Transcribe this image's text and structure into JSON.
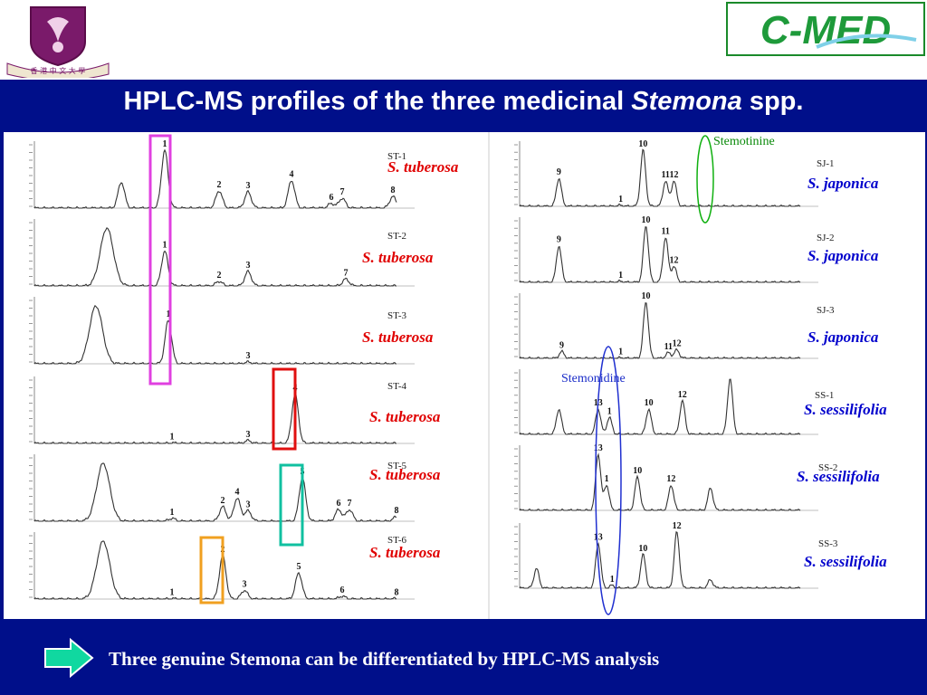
{
  "logos": {
    "left": {
      "name": "CUHK crest",
      "text": "香 港 中 文 大 學"
    },
    "right": {
      "name": "CMED",
      "text": "C-MED"
    }
  },
  "title": {
    "prefix": "HPLC-MS profiles of the three medicinal ",
    "italic": "Stemona",
    "suffix": " spp."
  },
  "annotations": {
    "green_circle": "Stemotinine",
    "blue_ellipse": "Stemonidine"
  },
  "conclusion": "Three genuine Stemona can be differentiated by HPLC-MS analysis",
  "colors": {
    "background": "#000f8a",
    "red_label": "#e00000",
    "blue_label": "#0000cc",
    "magenta_box": "#e040e0",
    "red_box": "#e01010",
    "teal_box": "#10c0a0",
    "orange_box": "#f0a020",
    "green_circle": "#10b010",
    "blue_ellipse": "#2030d0",
    "arrow": "#10d8a0"
  },
  "chart_data": {
    "type": "line",
    "left_panel": [
      {
        "code": "ST-1",
        "species": "S. tuberosa",
        "peaks": [
          {
            "x": 0.24,
            "h": 0.45,
            "label": ""
          },
          {
            "x": 0.36,
            "h": 1.0,
            "label": "1"
          },
          {
            "x": 0.51,
            "h": 0.3,
            "label": "2"
          },
          {
            "x": 0.59,
            "h": 0.28,
            "label": "3"
          },
          {
            "x": 0.71,
            "h": 0.48,
            "label": "4"
          },
          {
            "x": 0.82,
            "h": 0.08,
            "label": "6"
          },
          {
            "x": 0.85,
            "h": 0.17,
            "label": "7"
          },
          {
            "x": 0.99,
            "h": 0.2,
            "label": "8"
          }
        ]
      },
      {
        "code": "ST-2",
        "species": "S. tuberosa",
        "peaks": [
          {
            "x": 0.2,
            "h": 1.0,
            "label": ""
          },
          {
            "x": 0.36,
            "h": 0.6,
            "label": "1"
          },
          {
            "x": 0.51,
            "h": 0.08,
            "label": "2"
          },
          {
            "x": 0.59,
            "h": 0.25,
            "label": "3"
          },
          {
            "x": 0.86,
            "h": 0.12,
            "label": "7"
          }
        ]
      },
      {
        "code": "ST-3",
        "species": "S. tuberosa",
        "peaks": [
          {
            "x": 0.17,
            "h": 1.0,
            "label": ""
          },
          {
            "x": 0.37,
            "h": 0.75,
            "label": "1"
          },
          {
            "x": 0.59,
            "h": 0.03,
            "label": "3"
          }
        ]
      },
      {
        "code": "ST-4",
        "species": "S. tuberosa",
        "peaks": [
          {
            "x": 0.38,
            "h": 0.01,
            "label": "1"
          },
          {
            "x": 0.59,
            "h": 0.05,
            "label": "3"
          },
          {
            "x": 0.72,
            "h": 0.85,
            "label": "4"
          }
        ]
      },
      {
        "code": "ST-5",
        "species": "S. tuberosa",
        "peaks": [
          {
            "x": 0.19,
            "h": 1.0,
            "label": ""
          },
          {
            "x": 0.38,
            "h": 0.05,
            "label": "1"
          },
          {
            "x": 0.52,
            "h": 0.25,
            "label": "2"
          },
          {
            "x": 0.56,
            "h": 0.4,
            "label": "4"
          },
          {
            "x": 0.59,
            "h": 0.18,
            "label": "3"
          },
          {
            "x": 0.74,
            "h": 0.75,
            "label": "5"
          },
          {
            "x": 0.84,
            "h": 0.2,
            "label": "6"
          },
          {
            "x": 0.87,
            "h": 0.2,
            "label": "7"
          },
          {
            "x": 1.0,
            "h": 0.08,
            "label": "8"
          }
        ]
      },
      {
        "code": "ST-6",
        "species": "S. tuberosa",
        "peaks": [
          {
            "x": 0.19,
            "h": 1.0,
            "label": ""
          },
          {
            "x": 0.38,
            "h": 0.01,
            "label": "1"
          },
          {
            "x": 0.52,
            "h": 0.75,
            "label": "2"
          },
          {
            "x": 0.58,
            "h": 0.15,
            "label": "3"
          },
          {
            "x": 0.73,
            "h": 0.45,
            "label": "5"
          },
          {
            "x": 0.85,
            "h": 0.05,
            "label": "6"
          },
          {
            "x": 1.0,
            "h": 0.01,
            "label": "8"
          }
        ]
      }
    ],
    "right_panel": [
      {
        "code": "SJ-1",
        "species": "S. japonica",
        "peaks": [
          {
            "x": 0.14,
            "h": 0.5,
            "label": "9"
          },
          {
            "x": 0.36,
            "h": 0.02,
            "label": "1"
          },
          {
            "x": 0.44,
            "h": 1.0,
            "label": "10"
          },
          {
            "x": 0.52,
            "h": 0.45,
            "label": "11"
          },
          {
            "x": 0.55,
            "h": 0.45,
            "label": "12"
          }
        ]
      },
      {
        "code": "SJ-2",
        "species": "S. japonica",
        "peaks": [
          {
            "x": 0.14,
            "h": 0.65,
            "label": "9"
          },
          {
            "x": 0.36,
            "h": 0.02,
            "label": "1"
          },
          {
            "x": 0.45,
            "h": 1.0,
            "label": "10"
          },
          {
            "x": 0.52,
            "h": 0.8,
            "label": "11"
          },
          {
            "x": 0.55,
            "h": 0.28,
            "label": "12"
          }
        ]
      },
      {
        "code": "SJ-3",
        "species": "S. japonica",
        "peaks": [
          {
            "x": 0.15,
            "h": 0.12,
            "label": "9"
          },
          {
            "x": 0.36,
            "h": 0.01,
            "label": "1"
          },
          {
            "x": 0.45,
            "h": 1.0,
            "label": "10"
          },
          {
            "x": 0.53,
            "h": 0.1,
            "label": "11"
          },
          {
            "x": 0.56,
            "h": 0.15,
            "label": "12"
          }
        ]
      },
      {
        "code": "SS-1",
        "species": "S. sessilifolia",
        "peaks": [
          {
            "x": 0.14,
            "h": 0.45,
            "label": ""
          },
          {
            "x": 0.28,
            "h": 0.45,
            "label": "13"
          },
          {
            "x": 0.32,
            "h": 0.3,
            "label": "1"
          },
          {
            "x": 0.46,
            "h": 0.45,
            "label": "10"
          },
          {
            "x": 0.58,
            "h": 0.6,
            "label": "12"
          },
          {
            "x": 0.75,
            "h": 1.0,
            "label": ""
          }
        ]
      },
      {
        "code": "SS-2",
        "species": "S. sessilifolia",
        "peaks": [
          {
            "x": 0.28,
            "h": 1.0,
            "label": "13"
          },
          {
            "x": 0.31,
            "h": 0.45,
            "label": "1"
          },
          {
            "x": 0.42,
            "h": 0.6,
            "label": "10"
          },
          {
            "x": 0.54,
            "h": 0.45,
            "label": "12"
          },
          {
            "x": 0.68,
            "h": 0.4,
            "label": ""
          }
        ]
      },
      {
        "code": "SS-3",
        "species": "S. sessilifolia",
        "peaks": [
          {
            "x": 0.06,
            "h": 0.35,
            "label": ""
          },
          {
            "x": 0.28,
            "h": 0.8,
            "label": "13"
          },
          {
            "x": 0.33,
            "h": 0.05,
            "label": "1"
          },
          {
            "x": 0.44,
            "h": 0.6,
            "label": "10"
          },
          {
            "x": 0.56,
            "h": 1.0,
            "label": "12"
          },
          {
            "x": 0.68,
            "h": 0.15,
            "label": ""
          }
        ]
      }
    ]
  }
}
